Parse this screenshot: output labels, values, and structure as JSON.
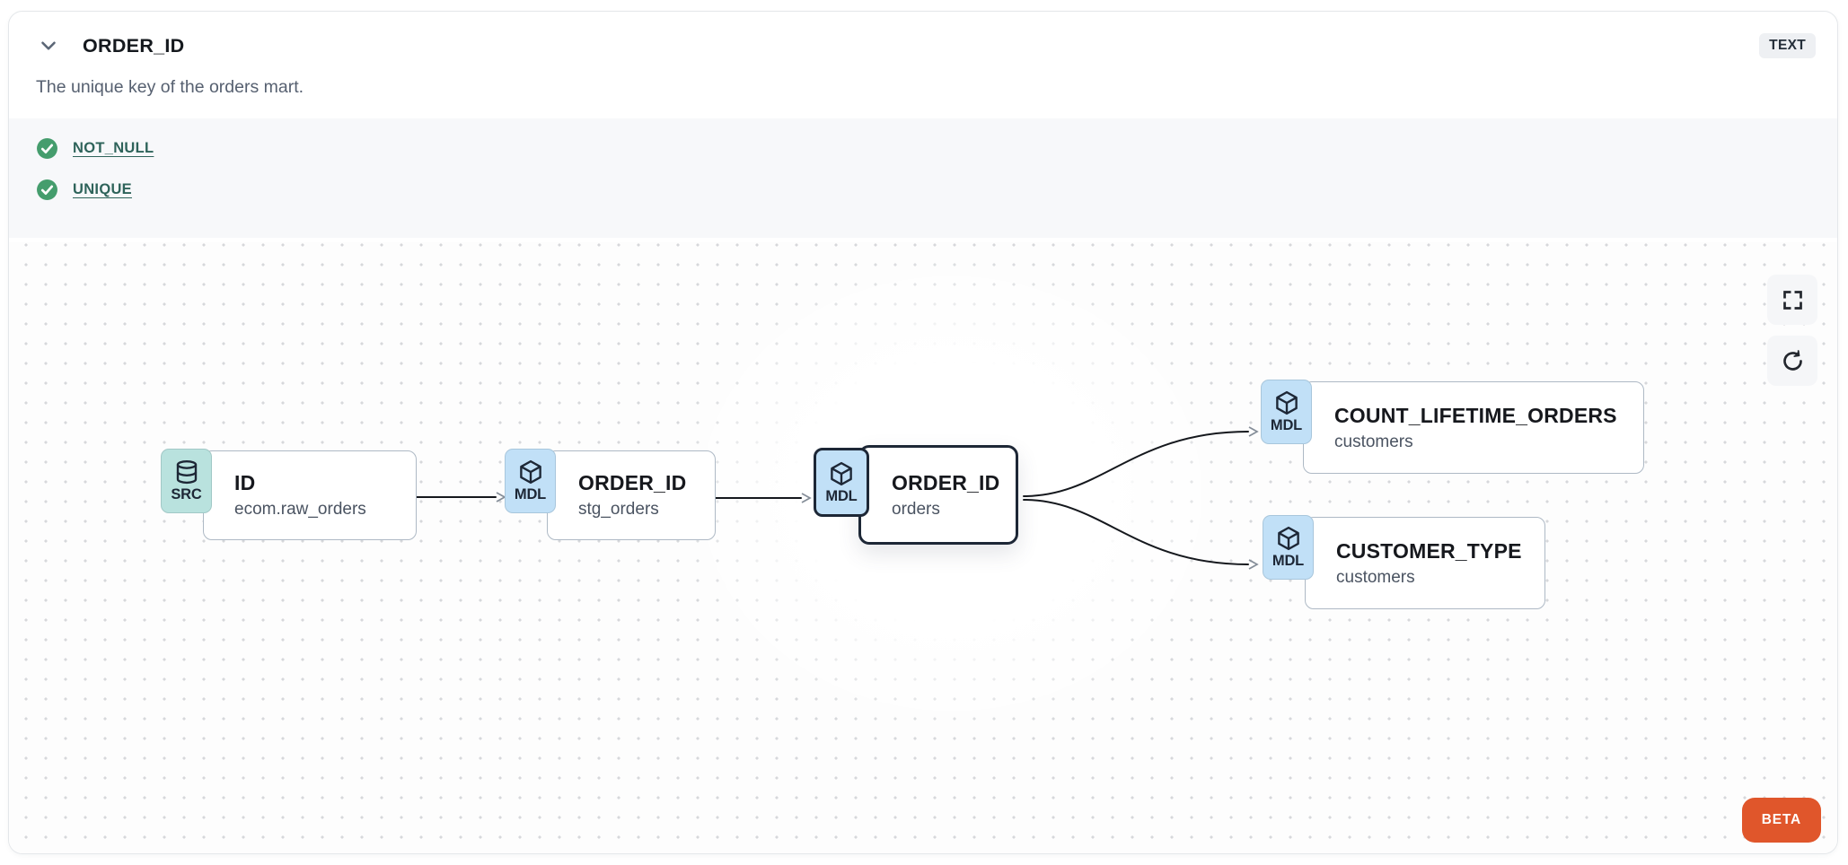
{
  "panel": {
    "title": "ORDER_ID",
    "type_badge": "TEXT",
    "description": "The unique key of the orders mart."
  },
  "tests": {
    "items": [
      {
        "label": "NOT_NULL",
        "status": "pass"
      },
      {
        "label": "UNIQUE",
        "status": "pass"
      }
    ]
  },
  "lineage": {
    "nodes": [
      {
        "badge": "SRC",
        "icon": "database-icon",
        "title": "ID",
        "subtitle": "ecom.raw_orders",
        "selected": false
      },
      {
        "badge": "MDL",
        "icon": "cube-icon",
        "title": "ORDER_ID",
        "subtitle": "stg_orders",
        "selected": false
      },
      {
        "badge": "MDL",
        "icon": "cube-icon",
        "title": "ORDER_ID",
        "subtitle": "orders",
        "selected": true
      },
      {
        "badge": "MDL",
        "icon": "cube-icon",
        "title": "COUNT_LIFETIME_ORDERS",
        "subtitle": "customers",
        "selected": false
      },
      {
        "badge": "MDL",
        "icon": "cube-icon",
        "title": "CUSTOMER_TYPE",
        "subtitle": "customers",
        "selected": false
      }
    ],
    "edges": [
      {
        "from": "ID (ecom.raw_orders)",
        "to": "ORDER_ID (stg_orders)"
      },
      {
        "from": "ORDER_ID (stg_orders)",
        "to": "ORDER_ID (orders)"
      },
      {
        "from": "ORDER_ID (orders)",
        "to": "COUNT_LIFETIME_ORDERS (customers)"
      },
      {
        "from": "ORDER_ID (orders)",
        "to": "CUSTOMER_TYPE (customers)"
      }
    ],
    "beta_label": "BETA"
  },
  "colors": {
    "src_badge": "#b9e2de",
    "mdl_badge": "#c1e0f7",
    "selected_border": "#1d2736",
    "edge": "#15181d",
    "test_link": "#2e635a",
    "check_green": "#459d6d",
    "beta_orange": "#e0562b"
  }
}
